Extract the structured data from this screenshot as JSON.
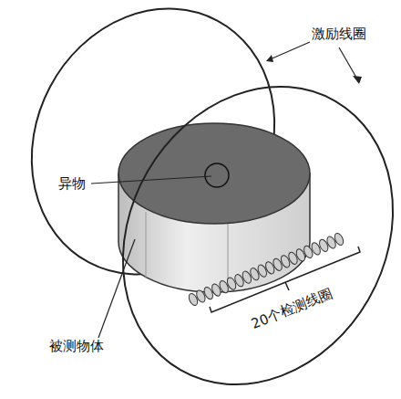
{
  "diagram": {
    "labels": [
      "激励线圈",
      "异物",
      "被测物体",
      "20个检测线圈"
    ]
  }
}
